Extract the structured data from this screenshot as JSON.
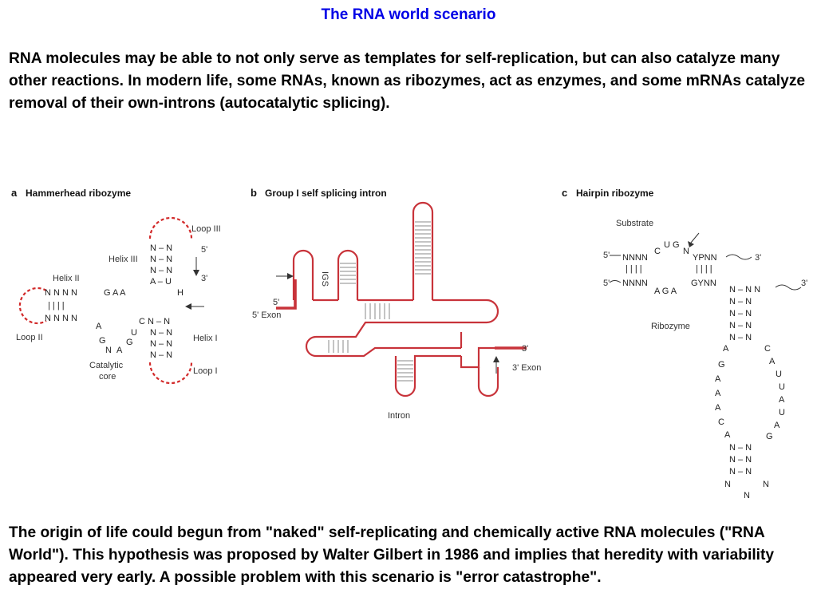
{
  "title": "The RNA world scenario",
  "intro": "RNA molecules may be able to not only serve as templates for self-replication, but can also catalyze many other reactions. In modern life, some RNAs, known as ribozymes, act as enzymes, and some mRNAs catalyze removal of their own-introns (autocatalytic splicing).",
  "outro": "The origin of life could begun from \"naked\" self-replicating and chemically active RNA molecules (\"RNA World\"). This hypothesis was proposed by Walter Gilbert in 1986 and implies that heredity with variability appeared very early. A possible problem with this scenario is \"error catastrophe\".",
  "colors": {
    "title": "#0000e6",
    "strand": "#c8333a",
    "loop": "#d22a2a"
  },
  "figure": {
    "a": {
      "letter": "a",
      "heading": "Hammerhead ribozyme",
      "labels": {
        "loop3": "Loop III",
        "helix3": "Helix III",
        "helix2": "Helix II",
        "loop2": "Loop II",
        "helix1": "Helix I",
        "loop1": "Loop I",
        "catalytic1": "Catalytic",
        "catalytic2": "core",
        "five": "5'",
        "three": "3'"
      },
      "h3_rows": [
        "N – N",
        "N – N",
        "N – N",
        "A – U"
      ],
      "h": "H",
      "h2_top": "N N N N",
      "h2_bars": "|  |  |  |",
      "h2_bot": "N N N N",
      "gaa": "G  A  A",
      "cn": "C N – N",
      "core": [
        "A",
        "U",
        "G",
        "G",
        "N",
        "A"
      ],
      "h1_rows": [
        "N – N",
        "N – N",
        "N – N"
      ]
    },
    "b": {
      "letter": "b",
      "heading": "Group I self splicing intron",
      "labels": {
        "exon5": "5' Exon",
        "exon3": "3' Exon",
        "intron": "Intron",
        "igs": "IGS",
        "five": "5'",
        "three": "3'"
      }
    },
    "c": {
      "letter": "c",
      "heading": "Hairpin ribozyme",
      "labels": {
        "substrate": "Substrate",
        "ribozyme": "Ribozyme",
        "five": "5'",
        "three": "3'"
      },
      "sub_top": "NNNN",
      "sub_c": "C",
      "sub_ug": "U G",
      "sub_n": "N",
      "sub_right_top": "YPNN",
      "bars_left": "| | | |",
      "bars_right": "| | | |",
      "rz_bottom": "NNNN",
      "aga": "A G A",
      "gynn": "GYNN",
      "row1": "N – N N",
      "rows_mid": [
        "N – N",
        "N – N",
        "N – N",
        "N – N"
      ],
      "left_loop": [
        "A",
        "G",
        "A",
        "A",
        "A",
        "C",
        "A"
      ],
      "right_loop": [
        "C",
        "A",
        "U",
        "U",
        "A",
        "U",
        "A",
        "G"
      ],
      "rows_low": [
        "N – N",
        "N – N",
        "N – N"
      ],
      "tail": [
        "N",
        "N",
        "N"
      ]
    }
  }
}
